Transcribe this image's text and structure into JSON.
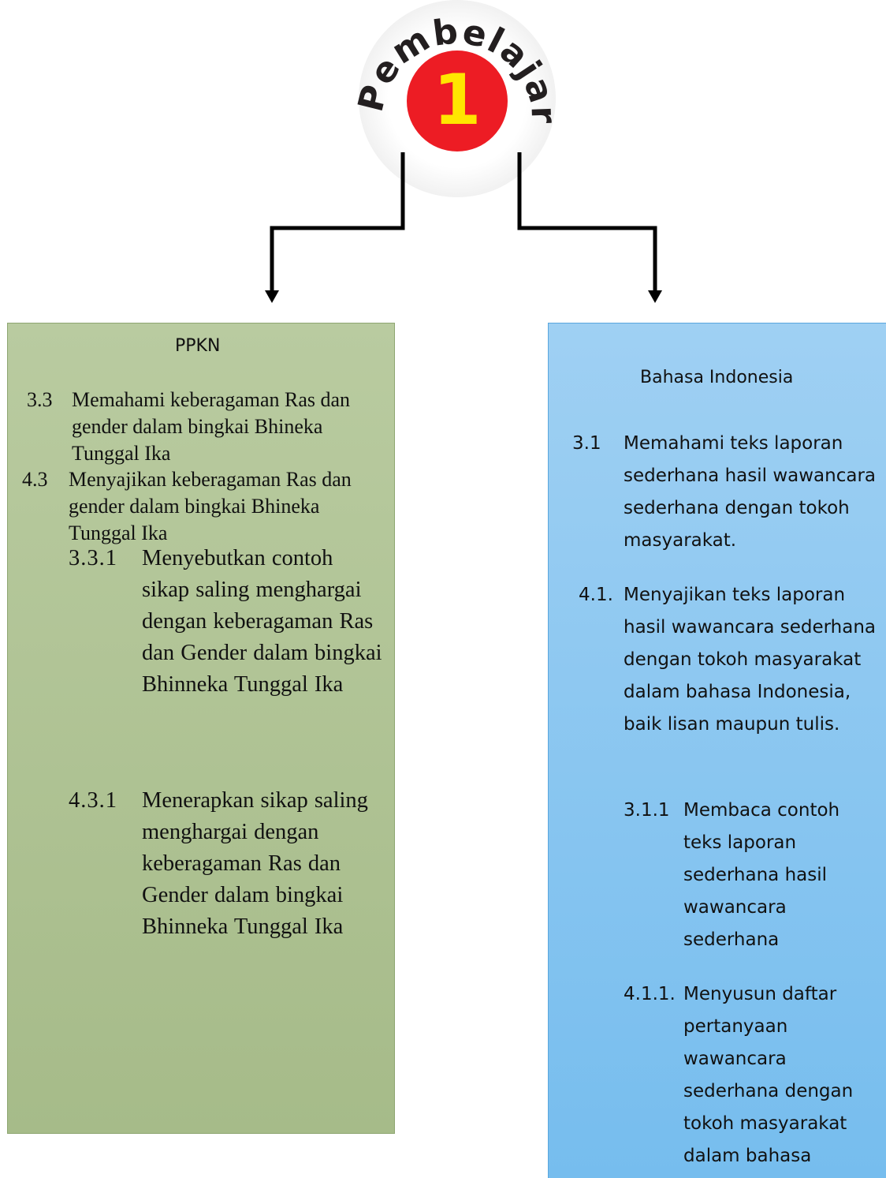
{
  "badge": {
    "word": "Pembelajaran",
    "number": "1",
    "colors": {
      "circle": "#ed1c24",
      "number": "#ffe600",
      "word": "#231f20"
    }
  },
  "left_box": {
    "title": "PPKN",
    "competencies": [
      {
        "num": "3.3",
        "text": "Memahami keberagaman Ras dan gender dalam bingkai Bhineka Tunggal Ika"
      },
      {
        "num": "4.3",
        "text": "Menyajikan keberagaman Ras dan gender dalam bingkai Bhineka Tunggal Ika"
      }
    ],
    "indicators": [
      {
        "num": "3.3.1",
        "text": "Menyebutkan contoh sikap saling menghargai dengan keberagaman Ras dan Gender dalam bingkai Bhinneka Tunggal Ika"
      },
      {
        "num": "4.3.1",
        "text": "Menerapkan sikap saling menghargai dengan keberagaman Ras dan Gender dalam bingkai Bhinneka Tunggal Ika"
      }
    ]
  },
  "right_box": {
    "title": "Bahasa Indonesia",
    "competencies": [
      {
        "num": "3.1",
        "text": "Memahami  teks laporan sederhana  hasil wawancara  sederhana dengan tokoh masyarakat."
      },
      {
        "num": "4.1.",
        "text": "Menyajikan teks laporan hasil  wawancara sederhana dengan tokoh masyarakat  dalam bahasa Indonesia, baik lisan maupun tulis."
      }
    ],
    "indicators": [
      {
        "num": "3.1.1",
        "text": "Membaca contoh teks laporan sederhana hasil wawancara sederhana"
      },
      {
        "num": "4.1.1.",
        "text": "Menyusun daftar pertanyaan wawancara sederhana dengan tokoh masyarakat dalam bahasa"
      }
    ]
  }
}
